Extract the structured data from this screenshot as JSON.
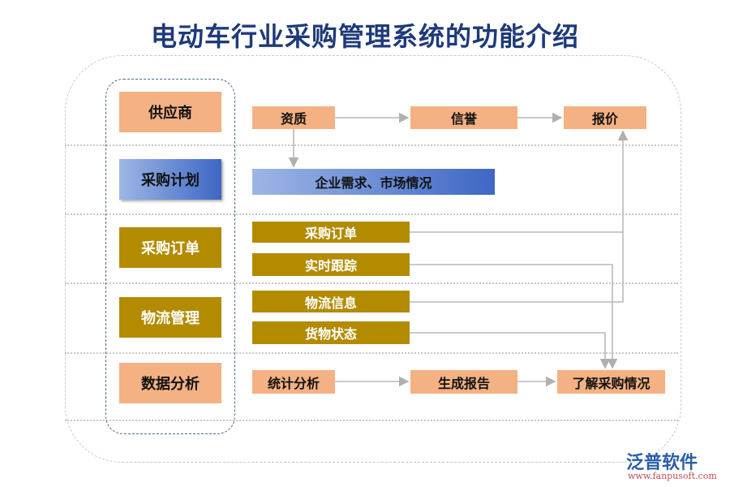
{
  "title": "电动车行业采购管理系统的功能介绍",
  "categories": [
    "供应商",
    "采购计划",
    "采购订单",
    "物流管理",
    "数据分析"
  ],
  "supplier_flow": [
    "资质",
    "信誉",
    "报价"
  ],
  "plan_detail": "企业需求、市场情况",
  "order_items": [
    "采购订单",
    "实时跟踪",
    "物流信息",
    "货物状态"
  ],
  "analysis_flow": [
    "统计分析",
    "生成报告",
    "了解采购情况"
  ],
  "logo": {
    "name": "泛普软件",
    "url": "www.fanpusoft.com"
  },
  "colors": {
    "orange": "#f4b183",
    "gold": "#b38b00",
    "blue": "#3e67c4",
    "title": "#1f3a7a"
  }
}
